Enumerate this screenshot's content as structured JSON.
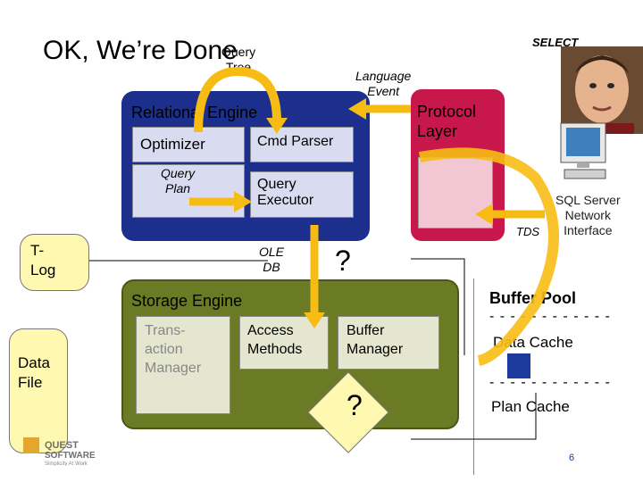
{
  "title": "OK, We’re Done",
  "labels": {
    "query_tree": "Query\nTree",
    "select": "SELECT",
    "language_event": "Language\nEvent",
    "relational_engine": "Relational Engine",
    "optimizer": "Optimizer",
    "cmd_parser": "Cmd Parser",
    "query_plan": "Query\nPlan",
    "query_executor": "Query\nExecutor",
    "protocol_layer": "Protocol\nLayer",
    "sql_server_network_interface": "SQL Server\nNetwork\nInterface",
    "tds": "TDS",
    "t_log": "T-\nLog",
    "ole_db": "OLE\nDB",
    "question_mark": "?",
    "storage_engine": "Storage Engine",
    "transaction_manager": "Trans-\naction\nManager",
    "access_methods": "Access\nMethods",
    "buffer_manager": "Buffer\nManager",
    "data_file": "Data\nFile",
    "buffer_pool": "Buffer Pool",
    "data_cache": "Data Cache",
    "dashes": "- - - - - - - - - - - -",
    "plan_cache": "Plan Cache",
    "page_number": "6"
  },
  "logo": {
    "name": "QUEST SOFTWARE",
    "tagline": "Simplicity At Work"
  },
  "colors": {
    "relational_engine": "#1c2f8c",
    "protocol_layer": "#c8174b",
    "storage_engine": "#6b7a25",
    "arrow": "#f7bc14"
  }
}
